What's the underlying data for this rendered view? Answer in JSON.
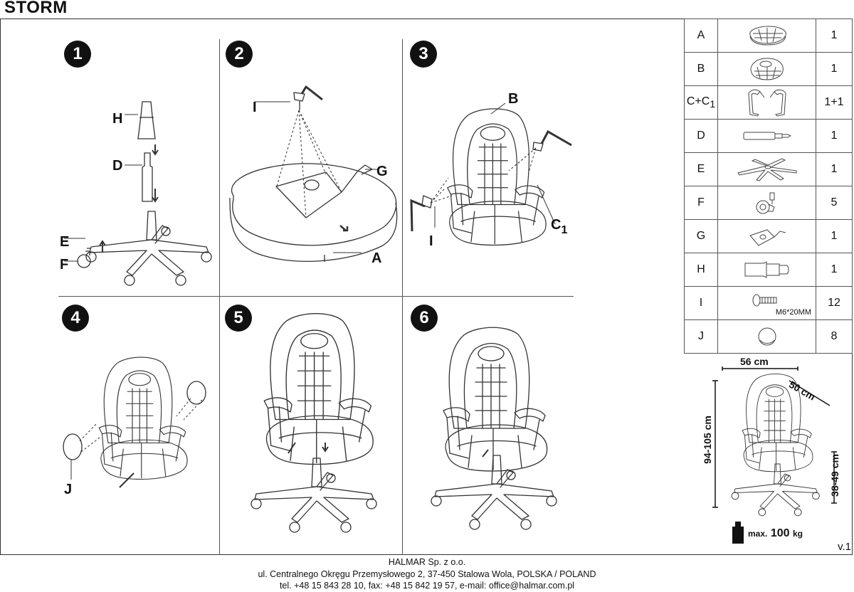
{
  "title": "STORM",
  "steps": [
    "1",
    "2",
    "3",
    "4",
    "5",
    "6"
  ],
  "labels": {
    "H": "H",
    "D": "D",
    "E": "E",
    "F": "F",
    "I": "I",
    "G": "G",
    "A": "A",
    "B": "B",
    "C": "C",
    "C_sub": "1",
    "I3": "I",
    "J": "J"
  },
  "parts": [
    {
      "letter": "A",
      "icon": "seat-icon",
      "qty": "1"
    },
    {
      "letter": "B",
      "icon": "backrest-icon",
      "qty": "1"
    },
    {
      "letter": "C+C",
      "sub": "1",
      "icon": "armrests-icon",
      "qty": "1+1"
    },
    {
      "letter": "D",
      "icon": "gas-lift-icon",
      "qty": "1"
    },
    {
      "letter": "E",
      "icon": "base-icon",
      "qty": "1"
    },
    {
      "letter": "F",
      "icon": "caster-icon",
      "qty": "5"
    },
    {
      "letter": "G",
      "icon": "mechanism-icon",
      "qty": "1"
    },
    {
      "letter": "H",
      "icon": "cover-icon",
      "qty": "1"
    },
    {
      "letter": "I",
      "icon": "screw-icon",
      "qty": "12",
      "note": "M6*20MM"
    },
    {
      "letter": "J",
      "icon": "cap-icon",
      "qty": "8"
    }
  ],
  "dimensions": {
    "width": "56 cm",
    "depth": "50 cm",
    "height": "94-105 cm",
    "seat_height": "38-49 cm",
    "max_prefix": "max.",
    "max_value": "100",
    "max_unit": "kg"
  },
  "version": "v.1",
  "footer": {
    "company": "HALMAR Sp. z o.o.",
    "address": "ul. Centralnego Okręgu Przemysłowego 2, 37-450 Stalowa Wola, POLSKA / POLAND",
    "contact": "tel. +48 15 843 28 10, fax: +48 15 842 19 57, e-mail: office@halmar.com.pl"
  }
}
